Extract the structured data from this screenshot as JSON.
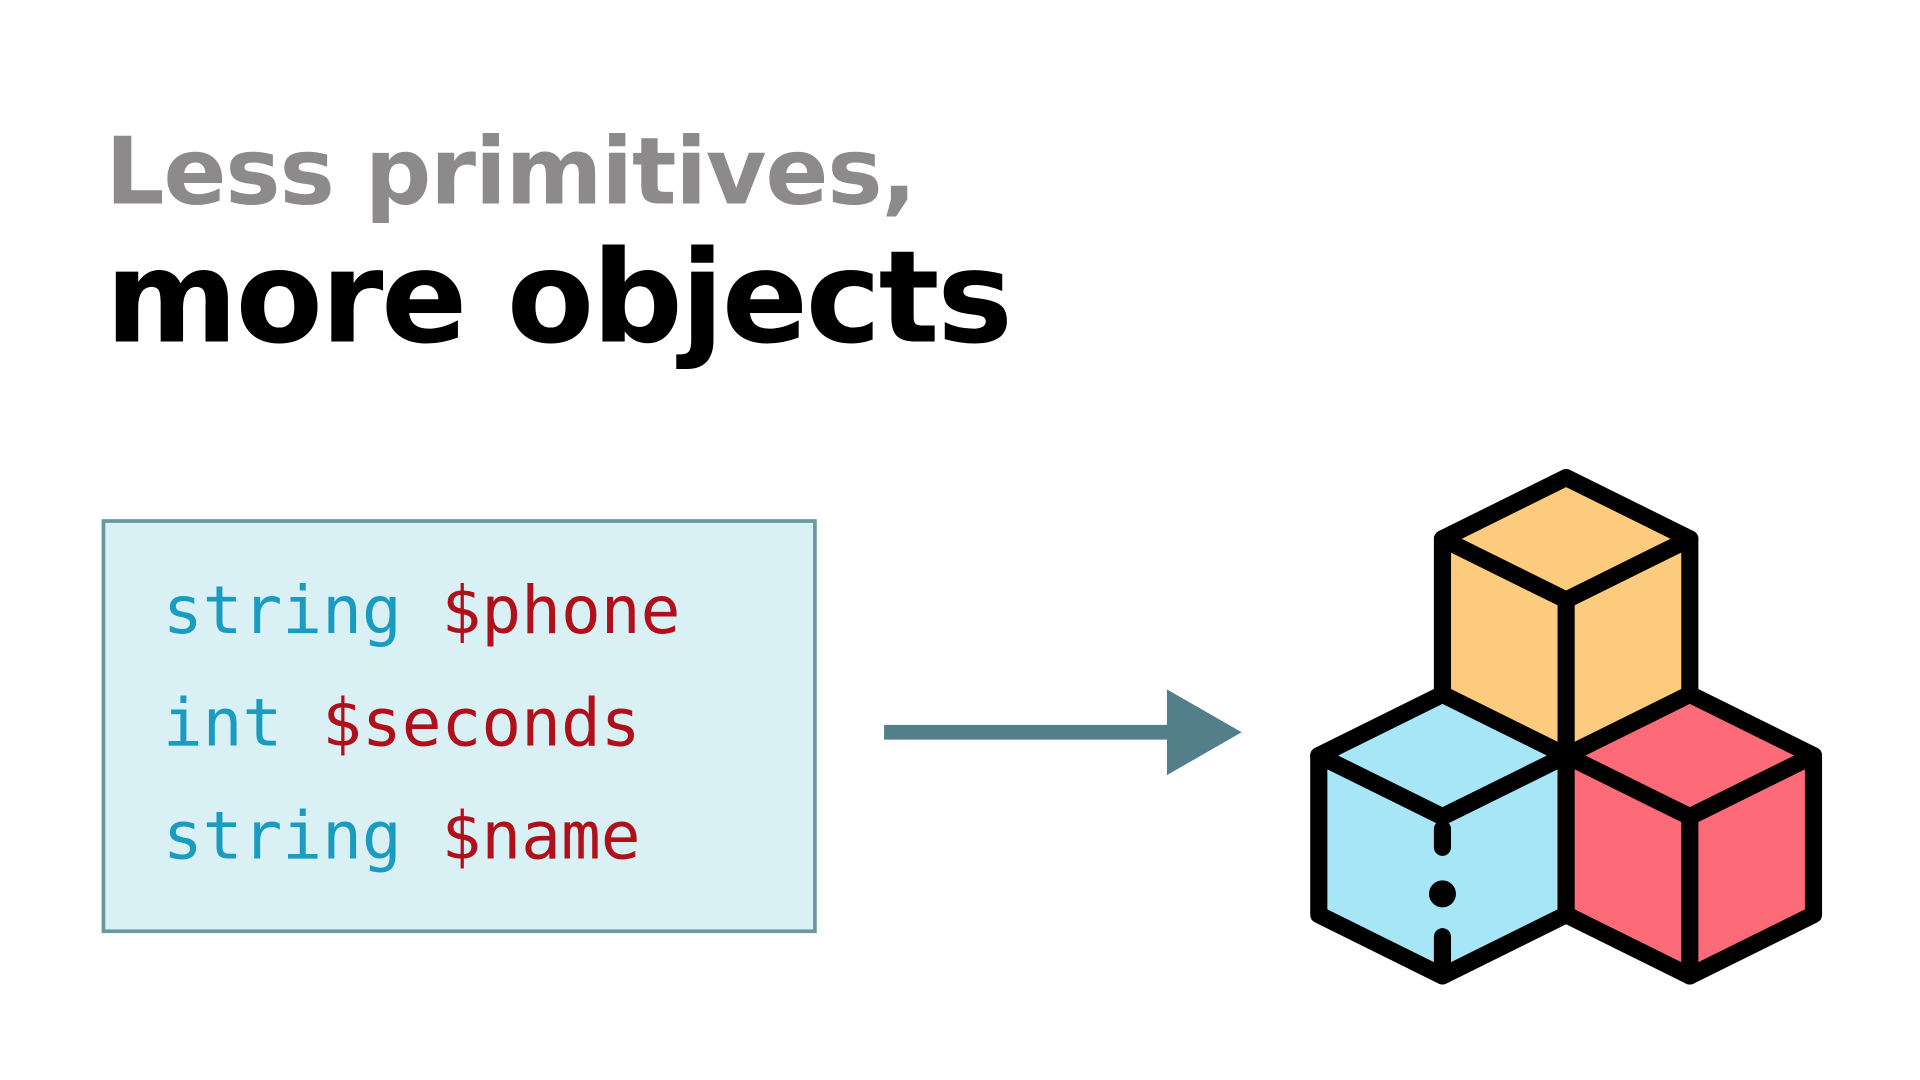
{
  "title": {
    "line1": "Less primitives,",
    "line2": "more objects"
  },
  "code": [
    {
      "type": "string",
      "var": "$phone"
    },
    {
      "type": "int",
      "var": "$seconds"
    },
    {
      "type": "string",
      "var": "$name"
    }
  ],
  "colors": {
    "type": "#1a9cc0",
    "var": "#b0101a",
    "arrow": "#527f8a",
    "cube_top": "#fdcb7e",
    "cube_left": "#a6e6f7",
    "cube_right": "#fe6b78"
  }
}
